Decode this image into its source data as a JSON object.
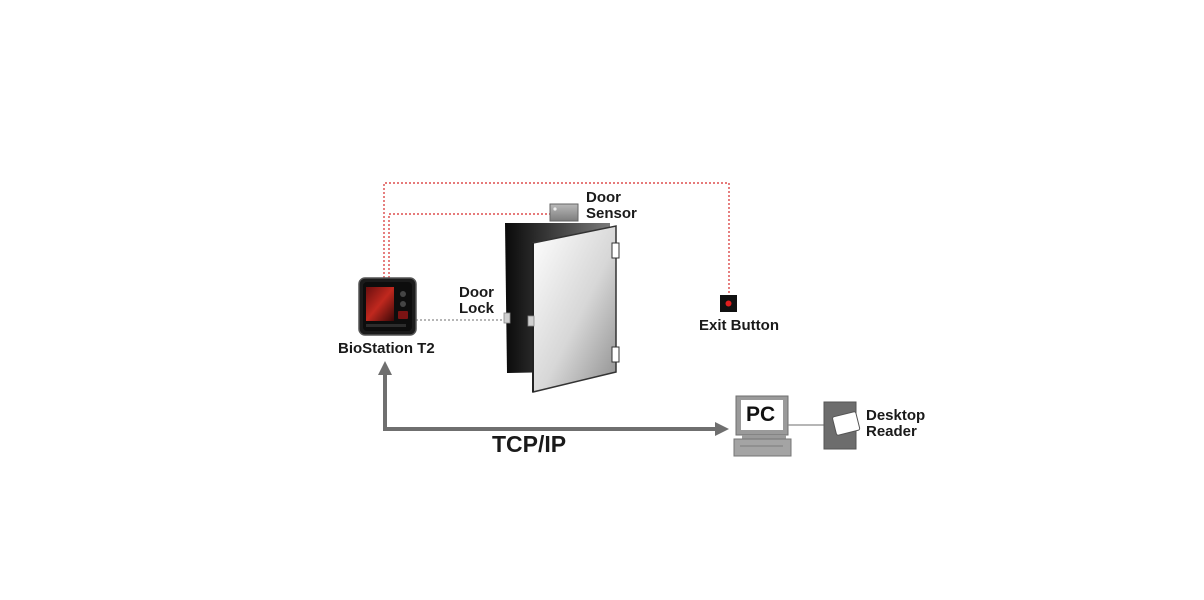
{
  "labels": {
    "biostation": "BioStation T2",
    "door_lock": [
      "Door",
      "Lock"
    ],
    "door_sensor": [
      "Door",
      "Sensor"
    ],
    "exit_button": "Exit Button",
    "desktop_reader": [
      "Desktop",
      "Reader"
    ],
    "pc": "PC",
    "tcp_ip": "TCP/IP"
  },
  "colors": {
    "wire_red": "#d62b2b",
    "wire_gray": "#8a8a8a",
    "network_arrow": "#6f6f6f"
  },
  "icons": {
    "biostation": "biometric-terminal-icon",
    "door": "door-icon",
    "door_sensor": "door-sensor-icon",
    "exit_button": "exit-button-icon",
    "pc": "computer-icon",
    "desktop_reader": "card-reader-icon"
  }
}
